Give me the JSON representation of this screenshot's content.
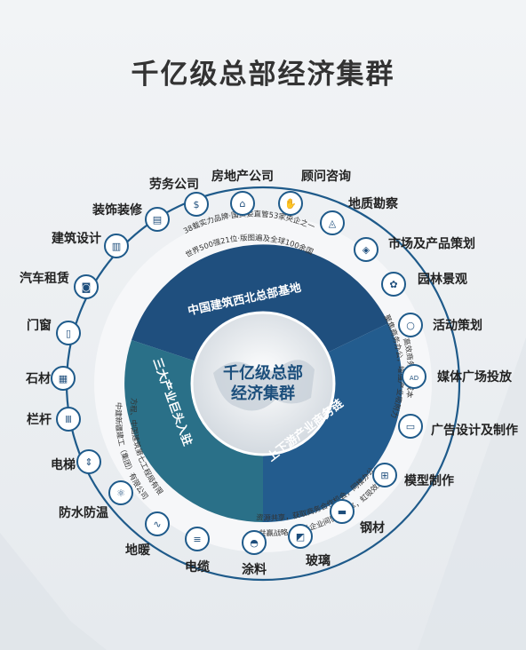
{
  "title": "千亿级总部经济集群",
  "center": {
    "line1": "千亿级总部",
    "line2": "经济集群"
  },
  "segments": {
    "top": "中国建筑西北总部基地",
    "left": "三大产业巨头入驻",
    "right": "上下游产业商务链"
  },
  "arc_texts": {
    "top_line1": "38载实力品牌·国资委直管53家央企之一",
    "top_line2": "世界500强21位·版图遍及全球100余国",
    "left_line1": "中建方程、中国建筑第七工程局有限公司",
    "left_line2": "中建新疆建工（集团）有限公司",
    "right_line1": "高效商务沟通成本",
    "right_line2": "聚焦商务办公，增强产业吸附力",
    "bottom_line1": "资源共享，获取商务合作机会，同楼办公，",
    "bottom_line2": "共赢战略，提升企业间协同效率，虹吸效应，"
  },
  "nodes": [
    {
      "label": "房地产公司",
      "icon": "house-icon"
    },
    {
      "label": "顾问咨询",
      "icon": "handshake-icon"
    },
    {
      "label": "地质勘察",
      "icon": "survey-icon"
    },
    {
      "label": "市场及产品策划",
      "icon": "cube-icon"
    },
    {
      "label": "园林景观",
      "icon": "plant-icon"
    },
    {
      "label": "活动策划",
      "icon": "balloon-icon"
    },
    {
      "label": "媒体广场投放",
      "icon": "ad-icon"
    },
    {
      "label": "广告设计及制作",
      "icon": "monitor-icon"
    },
    {
      "label": "模型制作",
      "icon": "hierarchy-icon"
    },
    {
      "label": "钢材",
      "icon": "steel-icon"
    },
    {
      "label": "玻璃",
      "icon": "glass-icon"
    },
    {
      "label": "涂料",
      "icon": "paint-icon"
    },
    {
      "label": "电缆",
      "icon": "cable-icon"
    },
    {
      "label": "地暖",
      "icon": "heating-icon"
    },
    {
      "label": "防水防温",
      "icon": "atom-icon"
    },
    {
      "label": "电梯",
      "icon": "elevator-icon"
    },
    {
      "label": "栏杆",
      "icon": "railing-icon"
    },
    {
      "label": "石材",
      "icon": "stone-icon"
    },
    {
      "label": "门窗",
      "icon": "door-icon"
    },
    {
      "label": "汽车租赁",
      "icon": "car-icon"
    },
    {
      "label": "建筑设计",
      "icon": "building-icon"
    },
    {
      "label": "装饰装修",
      "icon": "decor-icon"
    },
    {
      "label": "劳务公司",
      "icon": "money-icon"
    }
  ],
  "colors": {
    "dark_blue": "#1e4e7c",
    "mid_blue": "#245d8f",
    "teal": "#2b6f87",
    "ring_stroke": "#1e5a8a",
    "node_fill": "#ffffff"
  }
}
